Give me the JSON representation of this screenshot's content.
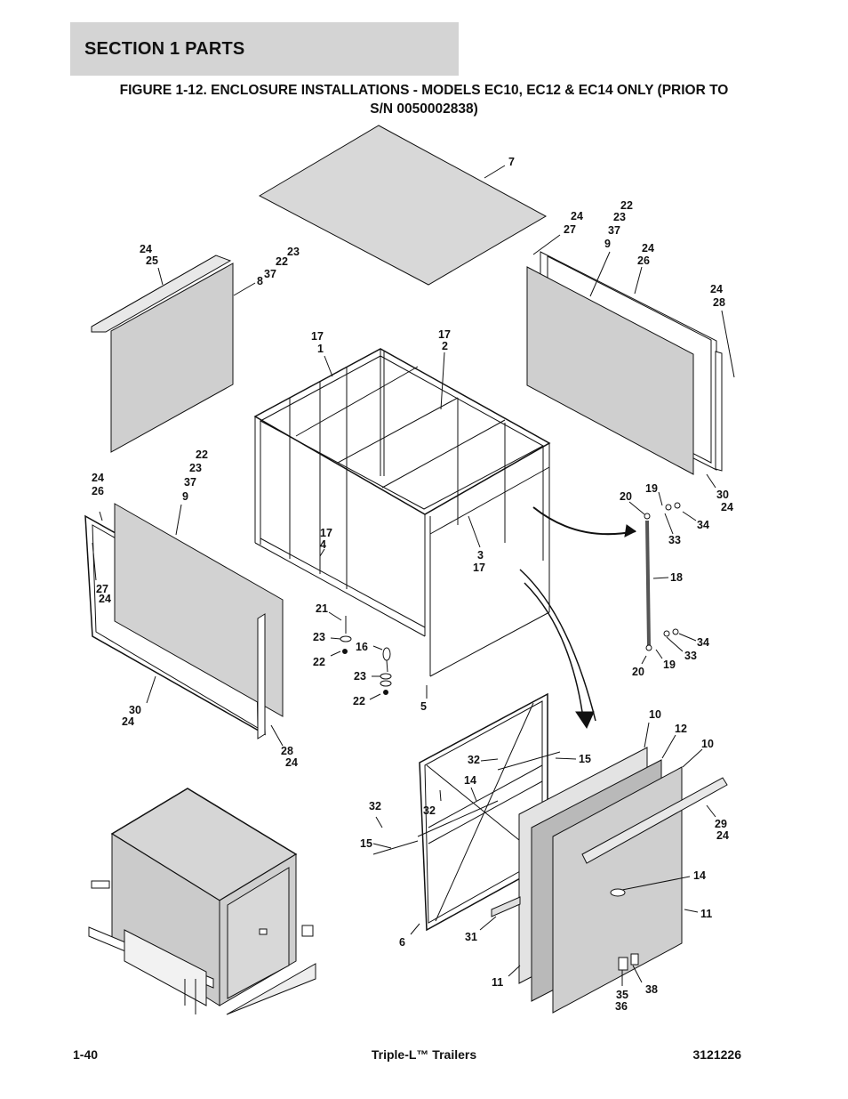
{
  "header": {
    "section_label": "SECTION 1   PARTS"
  },
  "figure": {
    "title_line1": "FIGURE 1-12. ENCLOSURE INSTALLATIONS - MODELS EC10, EC12 & EC14 ONLY (PRIOR TO",
    "title_line2": "S/N 0050002838)"
  },
  "callouts": {
    "top_panel": "7",
    "left_top_trim_a": "24",
    "left_top_trim_b": "25",
    "left_panel_a": "23",
    "left_panel_b": "22",
    "left_panel_c": "37",
    "left_panel_d": "8",
    "frame1_a": "17",
    "frame1_b": "1",
    "frame2_a": "17",
    "frame2_b": "2",
    "frame3_a": "3",
    "frame3_b": "17",
    "frame4_a": "17",
    "frame4_b": "4",
    "door_frame": "5",
    "rear_label_a": "24",
    "rear_label_b": "27",
    "rear_panel_a": "22",
    "rear_panel_b": "23",
    "rear_panel_c": "37",
    "rear_panel_d": "9",
    "rear_trim_a": "24",
    "rear_trim_b": "26",
    "rear_edge_a": "24",
    "rear_edge_b": "28",
    "rear_bottom_a": "30",
    "rear_bottom_b": "24",
    "front_panel_a": "22",
    "front_panel_b": "23",
    "front_panel_c": "37",
    "front_panel_d": "9",
    "front_frame_a": "24",
    "front_frame_b": "26",
    "front_side_a": "27",
    "front_side_b": "24",
    "front_bottom_a": "30",
    "front_bottom_b": "24",
    "front_edge_a": "28",
    "front_edge_b": "24",
    "hw_21": "21",
    "hw_23a": "23",
    "hw_22a": "22",
    "hw_16": "16",
    "hw_23b": "23",
    "hw_22b": "22",
    "strut_20a": "20",
    "strut_19a": "19",
    "strut_34a": "34",
    "strut_33a": "33",
    "strut_18": "18",
    "strut_34b": "34",
    "strut_33b": "33",
    "strut_20b": "20",
    "strut_19b": "19",
    "door_10a": "10",
    "door_12": "12",
    "door_10b": "10",
    "door_15a": "15",
    "door_32a": "32",
    "door_14a": "14",
    "door_32b": "32",
    "door_32c": "32",
    "door_15b": "15",
    "door_29": "29",
    "door_24": "24",
    "door_14b": "14",
    "door_11a": "11",
    "door_6": "6",
    "door_31": "31",
    "door_11b": "11",
    "door_35": "35",
    "door_36": "36",
    "door_38": "38"
  },
  "footer": {
    "page_number": "1-40",
    "product": "Triple-L™ Trailers",
    "doc_number": "3121226"
  }
}
